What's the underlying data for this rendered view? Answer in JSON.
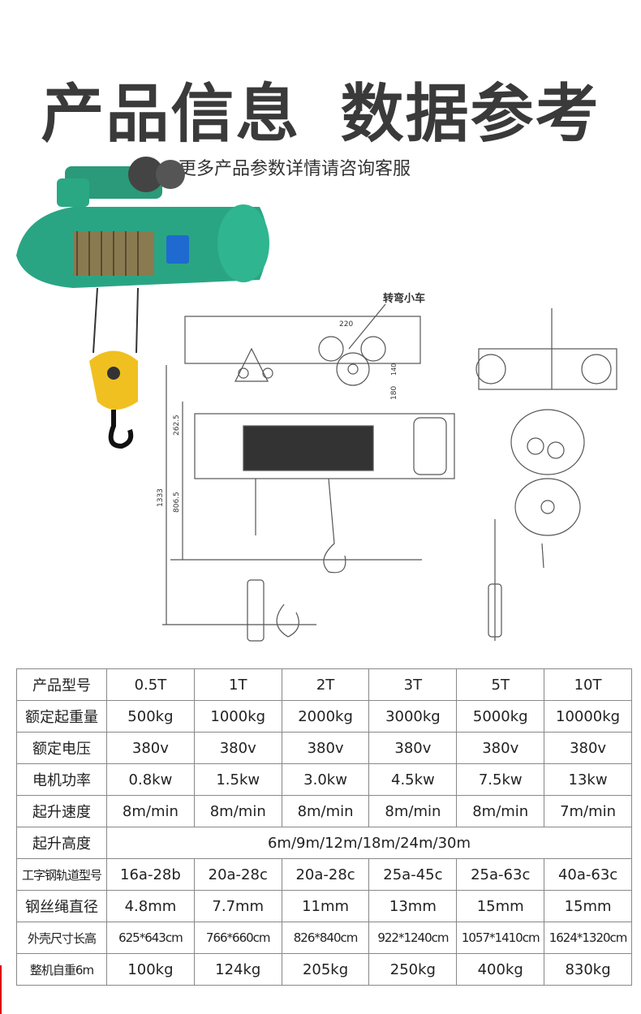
{
  "header": {
    "title_part1": "产品信息",
    "title_part2": "数据参考",
    "subtitle": "更多产品参数详情请咨询客服"
  },
  "drawing": {
    "label": "转弯小车",
    "dims": [
      "220",
      "180",
      "140",
      "262.5",
      "806.5",
      "1333"
    ]
  },
  "table": {
    "rows": [
      {
        "label": "产品型号",
        "values": [
          "0.5T",
          "1T",
          "2T",
          "3T",
          "5T",
          "10T"
        ]
      },
      {
        "label": "额定起重量",
        "values": [
          "500kg",
          "1000kg",
          "2000kg",
          "3000kg",
          "5000kg",
          "10000kg"
        ]
      },
      {
        "label": "额定电压",
        "values": [
          "380v",
          "380v",
          "380v",
          "380v",
          "380v",
          "380v"
        ]
      },
      {
        "label": "电机功率",
        "values": [
          "0.8kw",
          "1.5kw",
          "3.0kw",
          "4.5kw",
          "7.5kw",
          "13kw"
        ]
      },
      {
        "label": "起升速度",
        "values": [
          "8m/min",
          "8m/min",
          "8m/min",
          "8m/min",
          "8m/min",
          "7m/min"
        ]
      },
      {
        "label": "起升高度",
        "merged": "6m/9m/12m/18m/24m/30m"
      },
      {
        "label": "工字钢轨道型号",
        "values": [
          "16a-28b",
          "20a-28c",
          "20a-28c",
          "25a-45c",
          "25a-63c",
          "40a-63c"
        ]
      },
      {
        "label": "钢丝绳直径",
        "values": [
          "4.8mm",
          "7.7mm",
          "11mm",
          "13mm",
          "15mm",
          "15mm"
        ]
      },
      {
        "label": "外壳尺寸长高",
        "values": [
          "625*643cm",
          "766*660cm",
          "826*840cm",
          "922*1240cm",
          "1057*1410cm",
          "1624*1320cm"
        ]
      },
      {
        "label": "整机自重6m",
        "values": [
          "100kg",
          "124kg",
          "205kg",
          "250kg",
          "400kg",
          "830kg"
        ]
      }
    ]
  }
}
